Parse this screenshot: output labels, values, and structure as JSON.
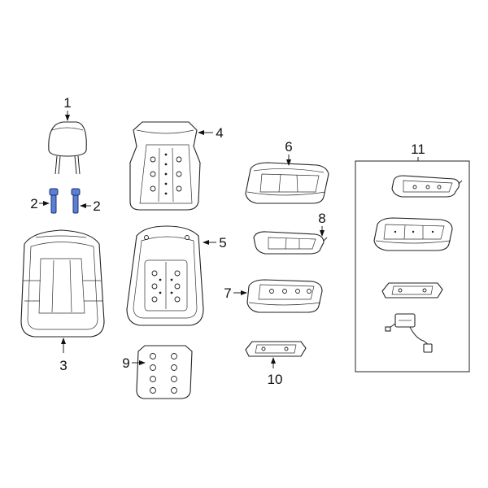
{
  "callouts": {
    "c1": "1",
    "c2a": "2",
    "c2b": "2",
    "c3": "3",
    "c4": "4",
    "c5": "5",
    "c6": "6",
    "c7": "7",
    "c8": "8",
    "c9": "9",
    "c10": "10",
    "c11": "11"
  },
  "colors": {
    "highlight": "#5b7fd6",
    "line": "#222222",
    "background": "#ffffff"
  }
}
